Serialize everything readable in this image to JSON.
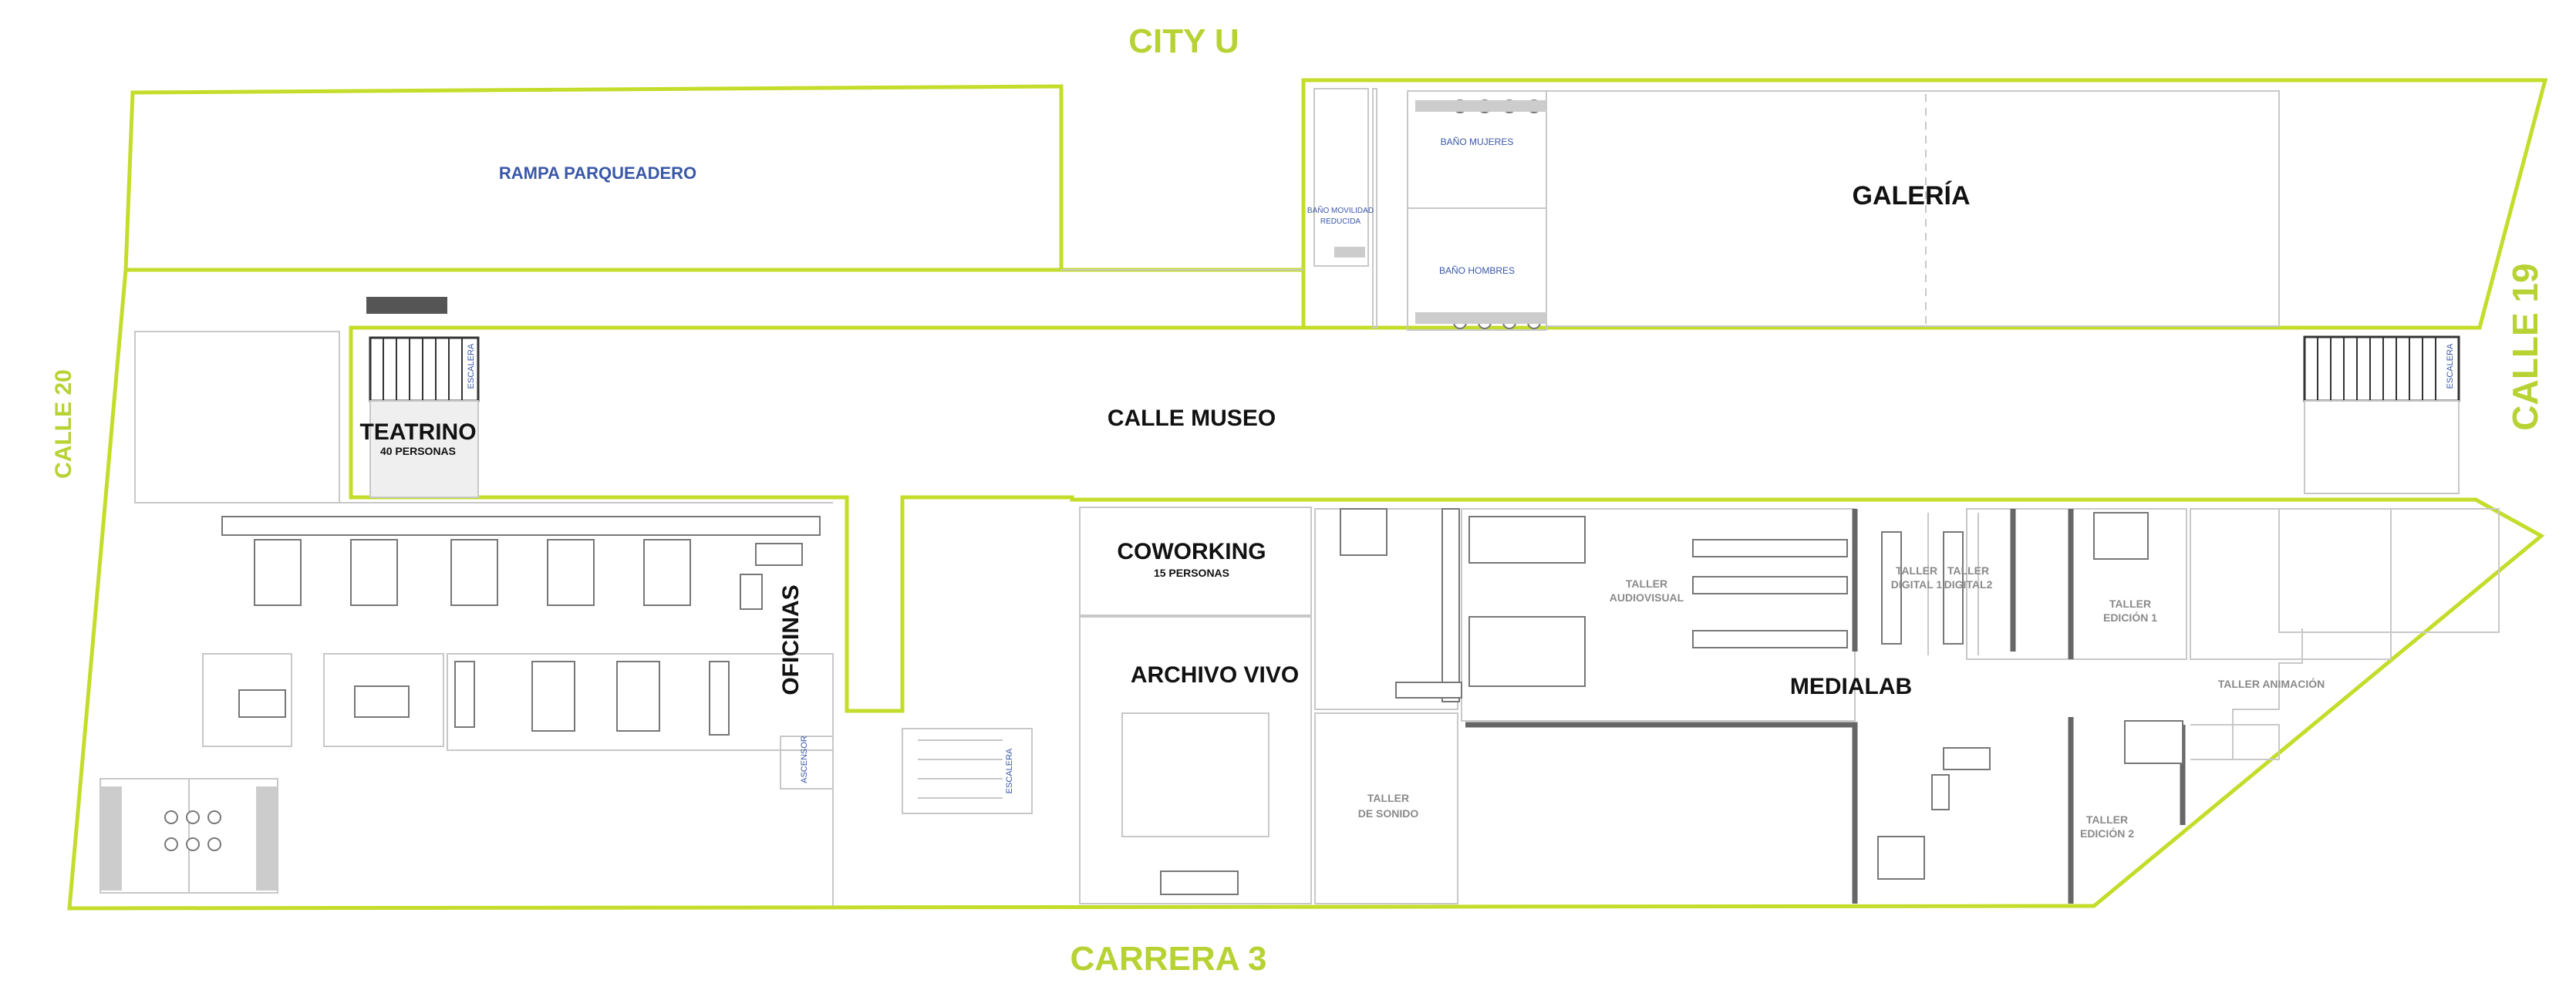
{
  "streets": {
    "north": "CITY U",
    "south": "CARRERA 3",
    "west": "CALLE 20",
    "east": "CALLE 19"
  },
  "rooms": {
    "rampa": "RAMPA PARQUEADERO",
    "bano_movilidad_1": "BAÑO MOVILIDAD",
    "bano_movilidad_2": "REDUCIDA",
    "bano_mujeres": "BAÑO MUJERES",
    "bano_hombres": "BAÑO HOMBRES",
    "galeria": "GALERÍA",
    "calle_museo": "CALLE MUSEO",
    "teatrino": "TEATRINO",
    "teatrino_cap": "40 PERSONAS",
    "oficinas": "OFICINAS",
    "ascensor": "ASCENSOR",
    "escalera": "ESCALERA",
    "coworking": "COWORKING",
    "coworking_cap": "15 PERSONAS",
    "archivo_vivo": "ARCHIVO VIVO",
    "taller_sonido_1": "TALLER",
    "taller_sonido_2": "DE SONIDO",
    "taller_audiovisual_1": "TALLER",
    "taller_audiovisual_2": "AUDIOVISUAL",
    "taller_digital1_1": "TALLER",
    "taller_digital1_2": "DIGITAL 1",
    "taller_digital2_1": "TALLER",
    "taller_digital2_2": "DIGITAL2",
    "medialab": "MEDIALAB",
    "taller_edicion1_1": "TALLER",
    "taller_edicion1_2": "EDICIÓN 1",
    "taller_edicion2_1": "TALLER",
    "taller_edicion2_2": "EDICIÓN 2",
    "taller_animacion": "TALLER ANIMACIÓN"
  },
  "colors": {
    "street_label": "#b6d233",
    "outer_wall": "#c4dc2a",
    "inner_wall": "#c8c8c8",
    "room_label": "#111111",
    "service_label": "#3a57a8"
  }
}
